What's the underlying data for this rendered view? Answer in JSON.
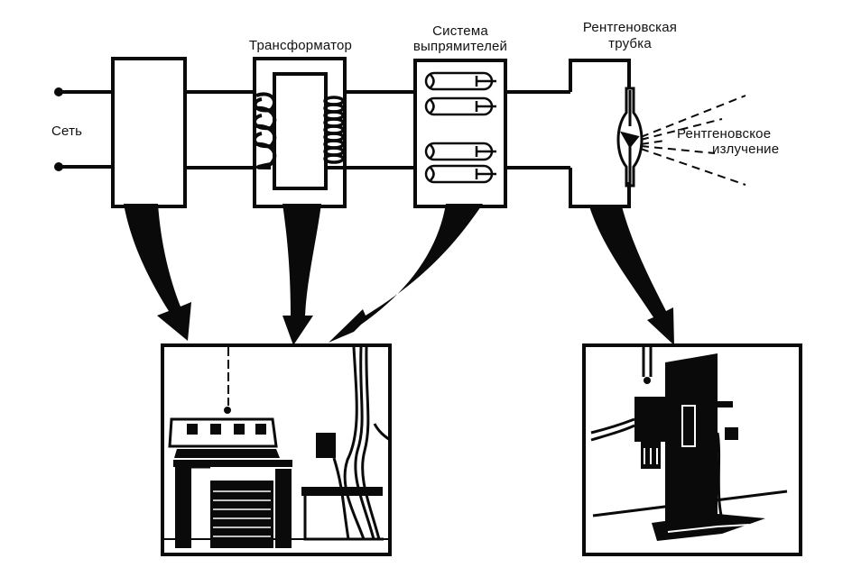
{
  "labels": {
    "mains": "Сеть",
    "transformer": "Трансформатор",
    "rectifier_line1": "Система",
    "rectifier_line2": "выпрямителей",
    "tube_line1": "Рентгеновская",
    "tube_line2": "трубка",
    "radiation_line1": "Рентгеновское",
    "radiation_line2": "излучение"
  },
  "blocks": [
    {
      "id": "mains-block",
      "name": "Сеть"
    },
    {
      "id": "transformer-block",
      "name": "Трансформатор"
    },
    {
      "id": "rectifier-block",
      "name": "Система выпрямителей",
      "tubes": 4
    },
    {
      "id": "xray-tube-block",
      "name": "Рентгеновская трубка"
    }
  ],
  "illustrations": [
    {
      "id": "control-console",
      "depicts": "control console with rectifier cabinet",
      "sources": [
        "Сеть",
        "Трансформатор",
        "Система выпрямителей"
      ]
    },
    {
      "id": "xray-apparatus",
      "depicts": "x-ray tube stand",
      "sources": [
        "Рентгеновская трубка"
      ]
    }
  ],
  "colors": {
    "ink": "#0a0a0a",
    "paper": "#ffffff"
  }
}
